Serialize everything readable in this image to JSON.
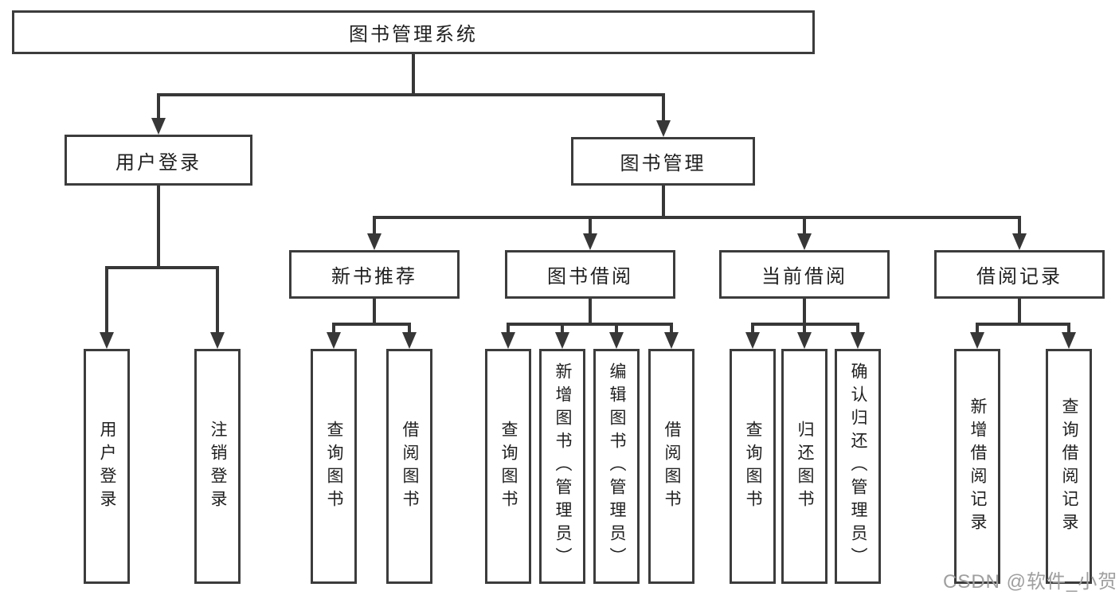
{
  "diagram": {
    "root": {
      "label": "图书管理系统"
    },
    "level2": [
      {
        "label": "用户登录"
      },
      {
        "label": "图书管理"
      }
    ],
    "level3": [
      {
        "label": "新书推荐"
      },
      {
        "label": "图书借阅"
      },
      {
        "label": "当前借阅"
      },
      {
        "label": "借阅记录"
      }
    ],
    "leaves": {
      "user": [
        {
          "label": "用户登录"
        },
        {
          "label": "注销登录"
        }
      ],
      "recommend": [
        {
          "label": "查询图书"
        },
        {
          "label": "借阅图书"
        }
      ],
      "borrow": [
        {
          "label": "查询图书"
        },
        {
          "label": "新增图书（管理员）"
        },
        {
          "label": "编辑图书（管理员）"
        },
        {
          "label": "借阅图书"
        }
      ],
      "current": [
        {
          "label": "查询图书"
        },
        {
          "label": "归还图书"
        },
        {
          "label": "确认归还（管理员）"
        }
      ],
      "records": [
        {
          "label": "新增借阅记录"
        },
        {
          "label": "查询借阅记录"
        }
      ]
    }
  },
  "watermark": {
    "text": "CSDN @软件_小贺同学"
  },
  "colors": {
    "line": "#373737",
    "box_border": "#3c3c3c",
    "text": "#1f1f1f",
    "background": "#ffffff",
    "watermark": "#9f9f9f"
  }
}
